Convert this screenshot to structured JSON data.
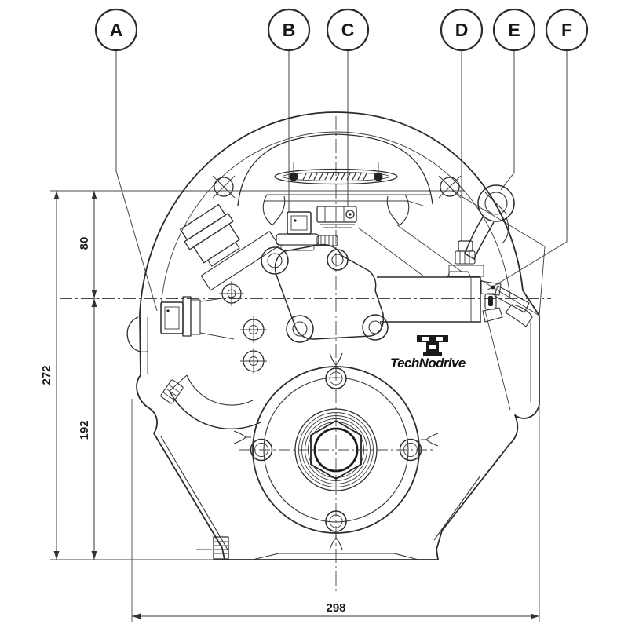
{
  "drawing": {
    "type": "engineering-dimension-diagram",
    "subject": "marine gearbox front elevation",
    "brand_logo": "TechNodrive"
  },
  "callouts": [
    {
      "label": "A"
    },
    {
      "label": "B"
    },
    {
      "label": "C"
    },
    {
      "label": "D"
    },
    {
      "label": "E"
    },
    {
      "label": "F"
    }
  ],
  "dimensions": {
    "left_upper": "80",
    "left_total": "272",
    "left_lower": "192",
    "bottom_width": "298"
  },
  "colors": {
    "line": "#2b2b2b",
    "background": "#ffffff"
  }
}
